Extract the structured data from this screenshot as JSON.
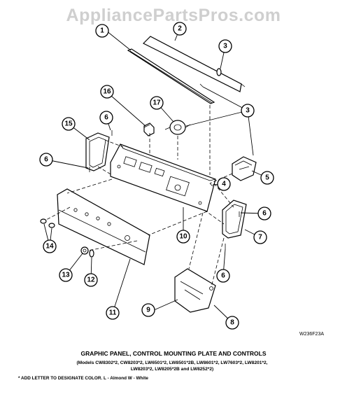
{
  "watermark": "AppliancePartsPros.com",
  "diagram_code": "W236F23A",
  "caption": {
    "title": "GRAPHIC PANEL, CONTROL MOUNTING PLATE AND CONTROLS",
    "models": "(Models CW8302*2, CW8203*2, LW6501*2, LW8501*2B, LW8601*2, LW7603*2, LW8201*2, LW8203*2, LW8205*2B and LW8252*2)"
  },
  "footnote": "* ADD LETTER TO DESIGNATE COLOR.  L - Almond  W - White",
  "callouts": [
    {
      "id": "c1",
      "label": "1"
    },
    {
      "id": "c2",
      "label": "2"
    },
    {
      "id": "c3a",
      "label": "3"
    },
    {
      "id": "c3b",
      "label": "3"
    },
    {
      "id": "c4",
      "label": "4"
    },
    {
      "id": "c5",
      "label": "5"
    },
    {
      "id": "c6a",
      "label": "6"
    },
    {
      "id": "c6b",
      "label": "6"
    },
    {
      "id": "c6c",
      "label": "6"
    },
    {
      "id": "c6d",
      "label": "6"
    },
    {
      "id": "c7",
      "label": "7"
    },
    {
      "id": "c8",
      "label": "8"
    },
    {
      "id": "c9",
      "label": "9"
    },
    {
      "id": "c10",
      "label": "10"
    },
    {
      "id": "c11",
      "label": "11"
    },
    {
      "id": "c12",
      "label": "12"
    },
    {
      "id": "c13",
      "label": "13"
    },
    {
      "id": "c14",
      "label": "14"
    },
    {
      "id": "c15",
      "label": "15"
    },
    {
      "id": "c16",
      "label": "16"
    },
    {
      "id": "c17",
      "label": "17"
    }
  ]
}
